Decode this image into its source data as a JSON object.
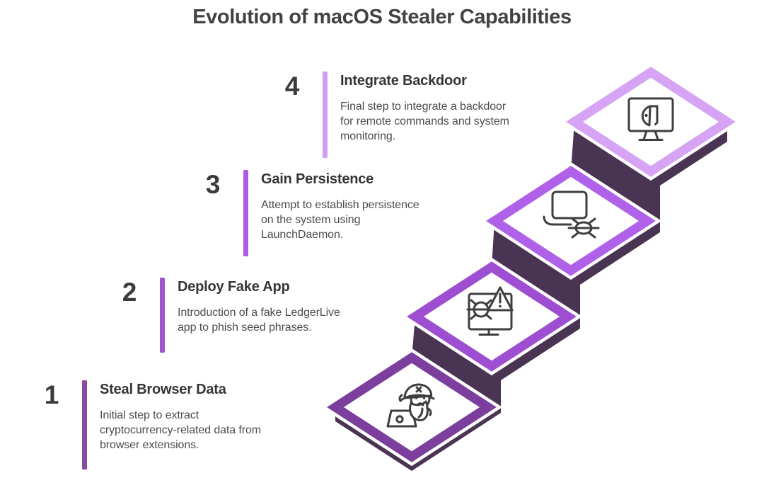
{
  "title": "Evolution of macOS Stealer Capabilities",
  "steps": [
    {
      "number": "1",
      "heading": "Steal Browser Data",
      "description": "Initial step to extract\ncryptocurrency-related data from\nbrowser extensions.",
      "accent_color": "#8a4a9e",
      "diamond_border_color": "#7d3f9d",
      "icon": "pirate-hacker-laptop-icon"
    },
    {
      "number": "2",
      "heading": "Deploy Fake App",
      "description": "Introduction of a fake LedgerLive\napp to phish seed phrases.",
      "accent_color": "#a055cc",
      "diamond_border_color": "#9e4fd1",
      "icon": "monitor-bug-warning-icon"
    },
    {
      "number": "3",
      "heading": "Gain Persistence",
      "description": "Attempt to establish persistence\non the system using\nLaunchDaemon.",
      "accent_color": "#ac5ce3",
      "diamond_border_color": "#b061ea",
      "icon": "laptop-bug-icon"
    },
    {
      "number": "4",
      "heading": "Integrate Backdoor",
      "description": "Final step to integrate a backdoor\nfor remote commands and system\nmonitoring.",
      "accent_color": "#cf9ff2",
      "diamond_border_color": "#d7a4f5",
      "icon": "monitor-backdoor-icon"
    }
  ],
  "colors": {
    "background": "#ffffff",
    "stair_body": "#4a3453",
    "icon_stroke": "#3e3e3e",
    "title_text": "#424242",
    "heading_text": "#353535",
    "body_text": "#4c4c4c"
  }
}
